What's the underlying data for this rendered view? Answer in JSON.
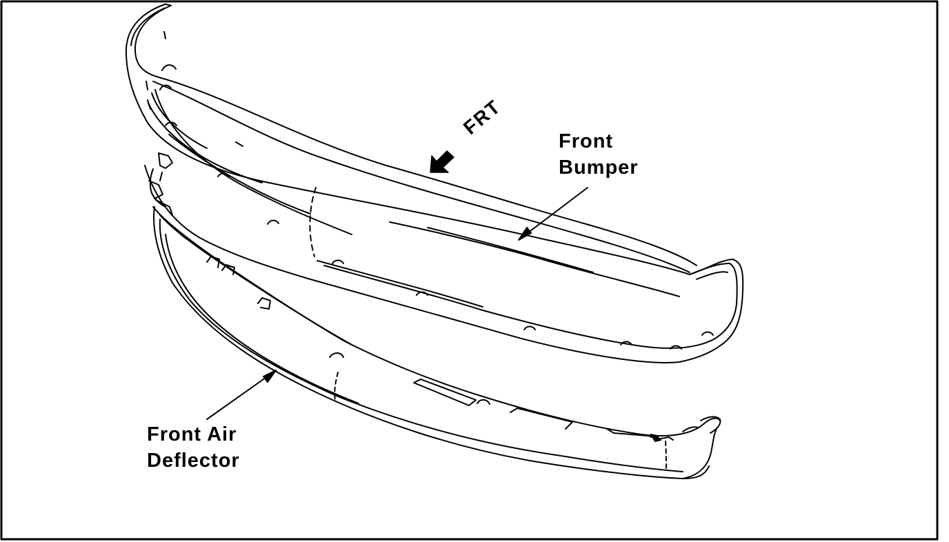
{
  "diagram": {
    "labels": {
      "front_bumper": [
        "Front",
        "Bumper"
      ],
      "front_air_deflector": [
        "Front Air",
        "Deflector"
      ],
      "direction": "FRT"
    },
    "colors": {
      "line": "#000000",
      "background": "#ffffff"
    }
  }
}
